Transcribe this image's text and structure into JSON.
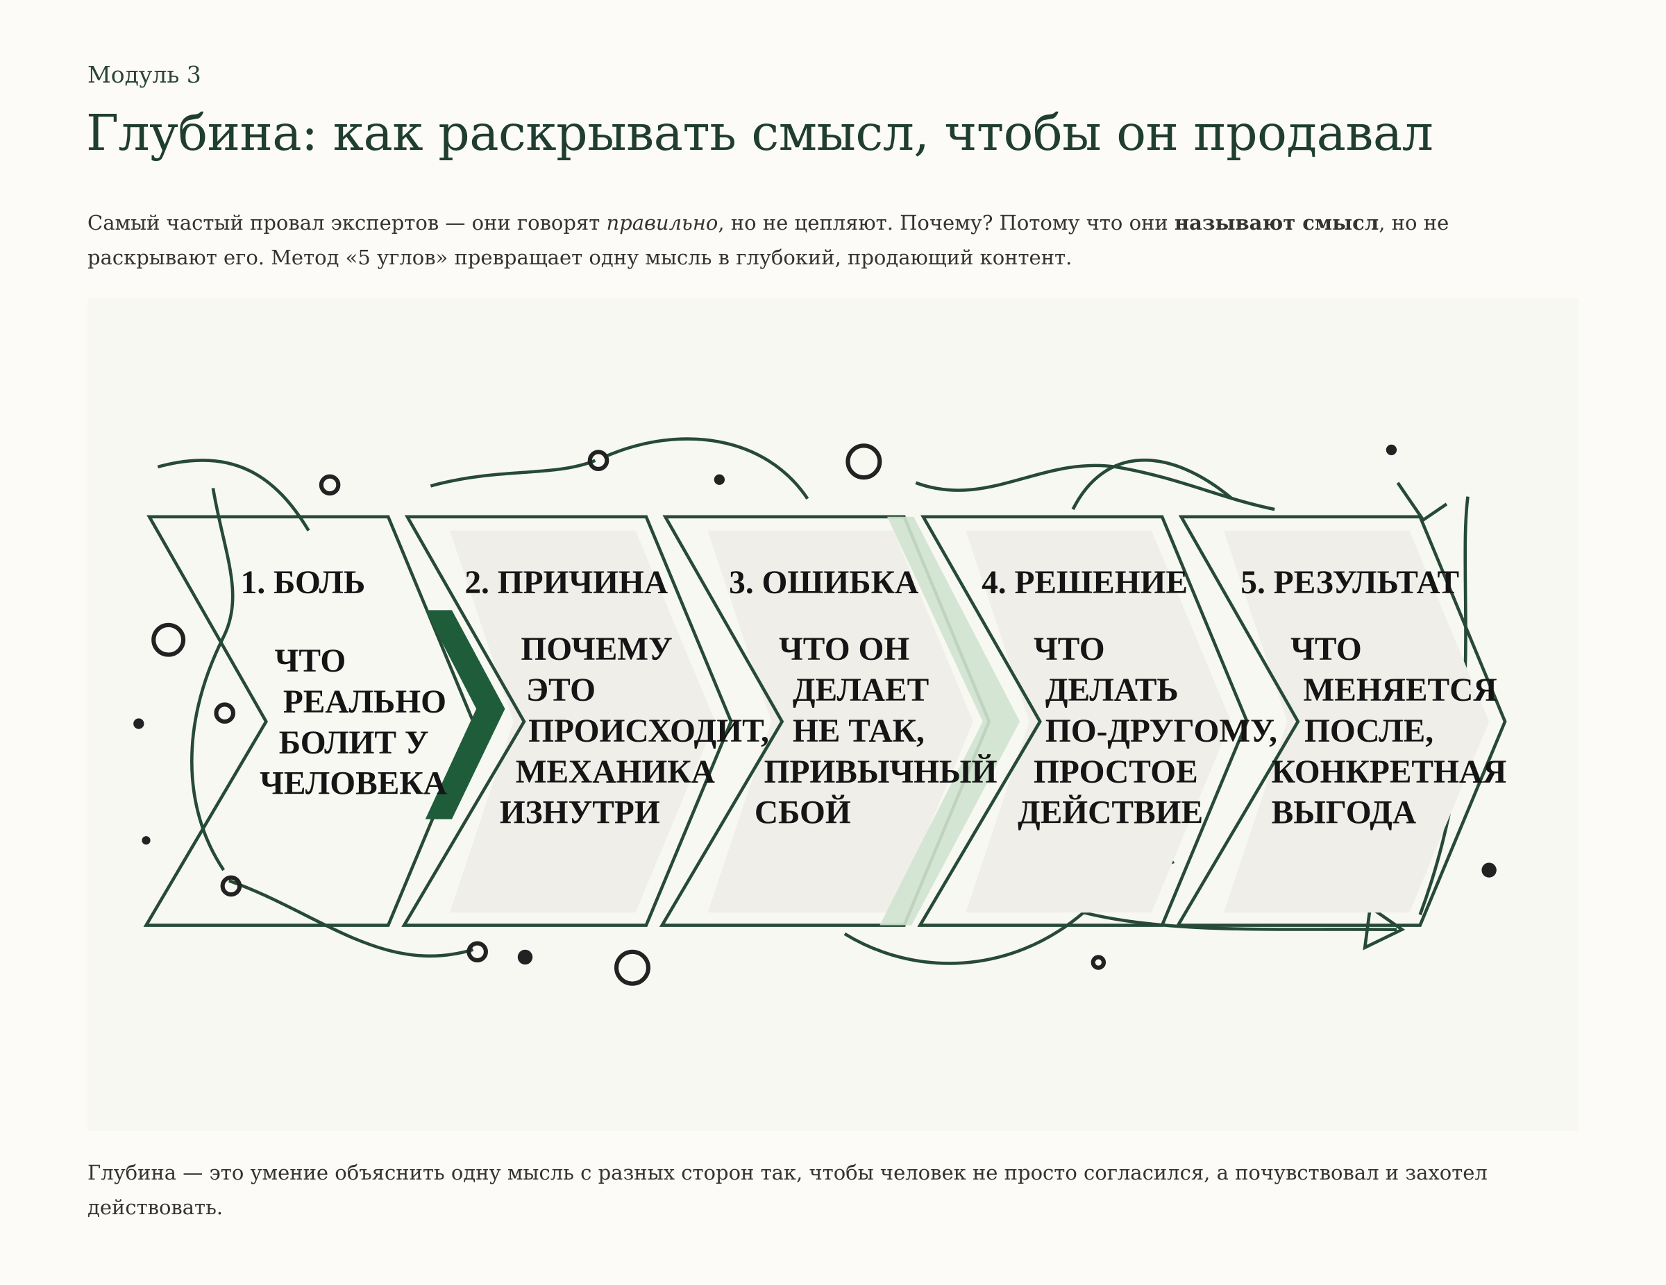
{
  "header": {
    "module_label": "Модуль 3",
    "title": "Глубина: как раскрывать смысл, чтобы он продавал"
  },
  "lead": {
    "part1": "Самый частый провал экспертов — они говорят ",
    "italic": "правильно",
    "part2": ", но не цепляют. Почему? Потому что они ",
    "bold": "называют смысл",
    "part3": ", но не раскрывают его. Метод «5 углов» превращает одну мысль в глубокий, продающий контент."
  },
  "diagram": {
    "colors": {
      "line": "#264a36",
      "accent": "#1f5c3a",
      "accent_light": "#cfe3cf",
      "fill": "#efeee8"
    },
    "steps": [
      {
        "title": "1. БОЛЬ",
        "lines": [
          "ЧТО",
          "РЕАЛЬНО",
          "БОЛИТ У",
          "ЧЕЛОВЕКА"
        ]
      },
      {
        "title": "2. ПРИЧИНА",
        "lines": [
          "ПОЧЕМУ",
          "ЭТО",
          "ПРОИСХОДИТ,",
          "МЕХАНИКА",
          "ИЗНУТРИ"
        ]
      },
      {
        "title": "3. ОШИБКА",
        "lines": [
          "ЧТО ОН",
          "ДЕЛАЕТ",
          "НЕ ТАК,",
          "ПРИВЫЧНЫЙ",
          "СБОЙ"
        ]
      },
      {
        "title": "4. РЕШЕНИЕ",
        "lines": [
          "ЧТО",
          "ДЕЛАТЬ",
          "ПО-ДРУГОМУ,",
          "ПРОСТОЕ",
          "ДЕЙСТВИЕ"
        ]
      },
      {
        "title": "5. РЕЗУЛЬТАТ",
        "lines": [
          "ЧТО",
          "МЕНЯЕТСЯ",
          "ПОСЛЕ,",
          "КОНКРЕТНАЯ",
          "ВЫГОДА"
        ]
      }
    ]
  },
  "outro": {
    "text": "Глубина — это умение объяснить одну мысль с разных сторон так, чтобы человек не просто согласился, а почувствовал и захотел действовать."
  }
}
